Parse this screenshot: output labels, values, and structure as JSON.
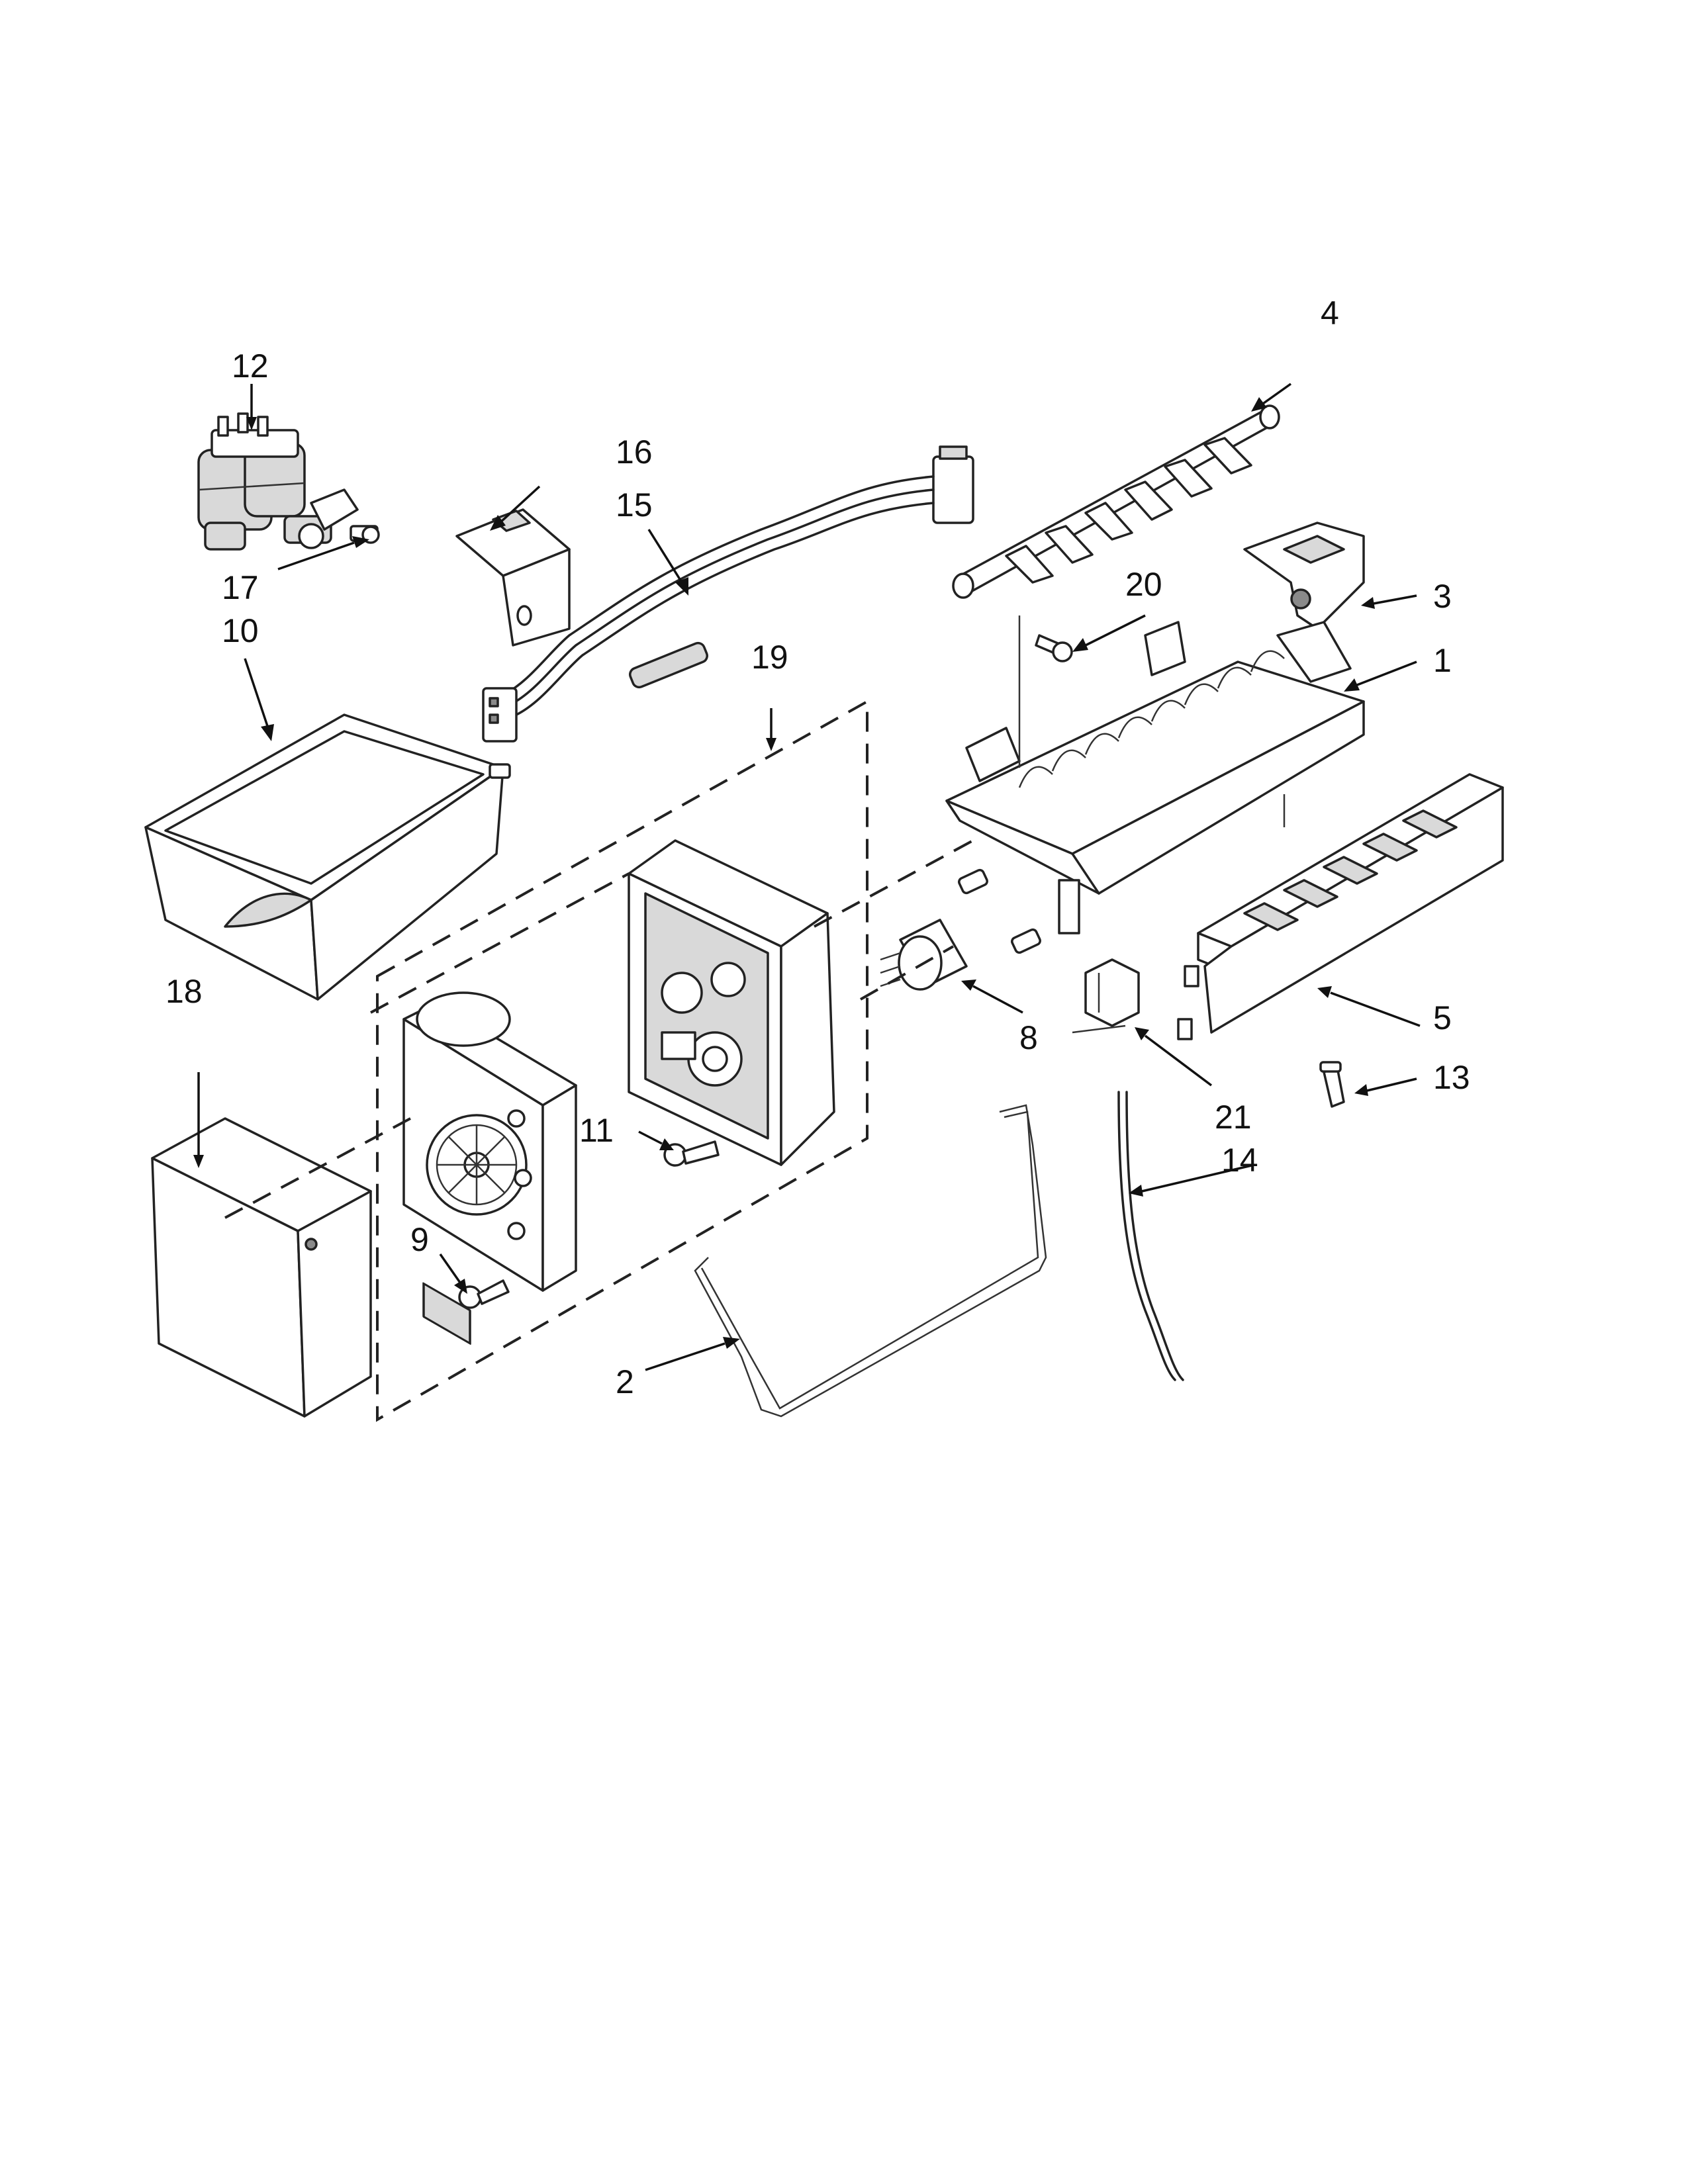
{
  "callouts": [
    {
      "id": "c1",
      "text": "1"
    },
    {
      "id": "c2",
      "text": "2"
    },
    {
      "id": "c3",
      "text": "3"
    },
    {
      "id": "c4",
      "text": "4"
    },
    {
      "id": "c5",
      "text": "5"
    },
    {
      "id": "c8",
      "text": "8"
    },
    {
      "id": "c9",
      "text": "9"
    },
    {
      "id": "c10",
      "text": "10"
    },
    {
      "id": "c11",
      "text": "11"
    },
    {
      "id": "c12",
      "text": "12"
    },
    {
      "id": "c13",
      "text": "13"
    },
    {
      "id": "c14",
      "text": "14"
    },
    {
      "id": "c15",
      "text": "15"
    },
    {
      "id": "c16",
      "text": "16"
    },
    {
      "id": "c17",
      "text": "17"
    },
    {
      "id": "c18",
      "text": "18"
    },
    {
      "id": "c19",
      "text": "19"
    },
    {
      "id": "c20",
      "text": "20"
    },
    {
      "id": "c21",
      "text": "21"
    }
  ]
}
